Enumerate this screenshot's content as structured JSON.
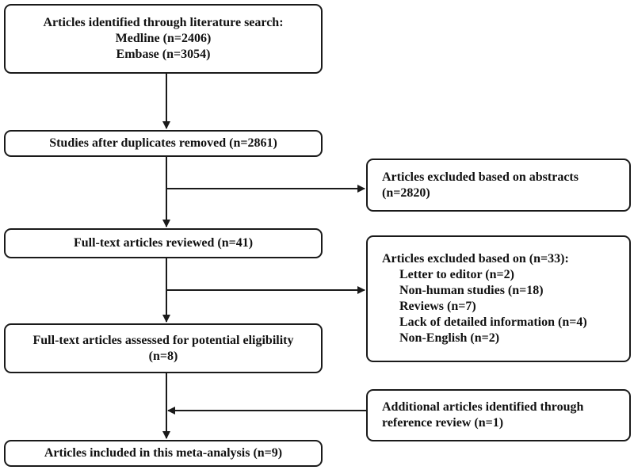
{
  "main_flow": {
    "identified": {
      "title": "Articles identified through literature search:",
      "line1": "Medline (n=2406)",
      "line2": "Embase (n=3054)"
    },
    "deduplicated": "Studies after duplicates removed (n=2861)",
    "fulltext_reviewed": "Full-text articles reviewed (n=41)",
    "assessed": {
      "line1": "Full-text articles assessed for potential eligibility",
      "line2": "(n=8)"
    },
    "included": "Articles included in this meta-analysis (n=9)"
  },
  "side_boxes": {
    "excluded_abstracts": {
      "line1": "Articles excluded based on abstracts",
      "line2": "(n=2820)"
    },
    "excluded_fulltext": {
      "title": "Articles excluded based on (n=33):",
      "reasons": [
        "Letter to editor (n=2)",
        "Non-human studies (n=18)",
        "Reviews (n=7)",
        "Lack of detailed information (n=4)",
        "Non-English (n=2)"
      ]
    },
    "additional": {
      "line1": "Additional articles identified through",
      "line2": "reference review (n=1)"
    }
  },
  "colors": {
    "stroke": "#1a1a1a",
    "text": "#111111",
    "background": "#ffffff"
  }
}
